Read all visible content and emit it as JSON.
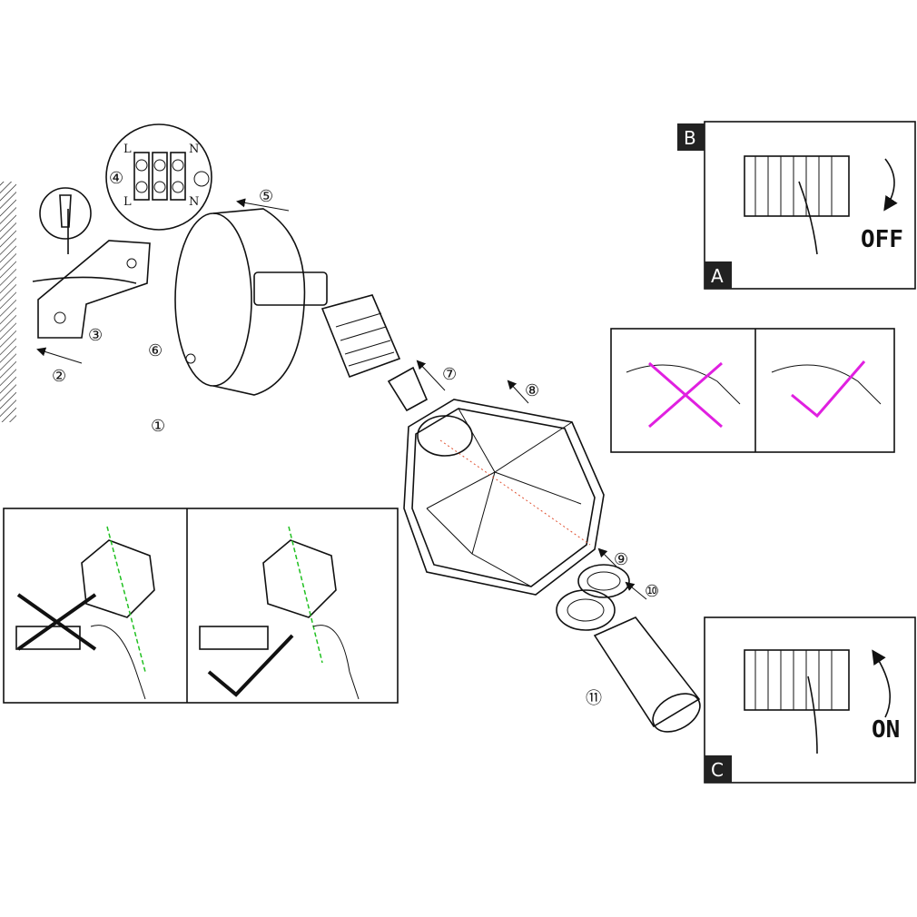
{
  "steps": [
    "①",
    "②",
    "③",
    "④",
    "⑤",
    "⑥",
    "⑦",
    "⑧",
    "⑨",
    "⑩",
    "⑪"
  ],
  "terminal_labels": {
    "live_top": "L",
    "neutral_top": "N",
    "live_bottom": "L",
    "neutral_bottom": "N"
  },
  "panel_off": {
    "tag_top": "B",
    "tag_bottom": "A",
    "state": "OFF"
  },
  "panel_on": {
    "tag": "C",
    "state": "ON"
  },
  "colors": {
    "wrong_mark": "#e020e0",
    "correct_mark": "#e020e0",
    "axis_line": "#20c020"
  }
}
